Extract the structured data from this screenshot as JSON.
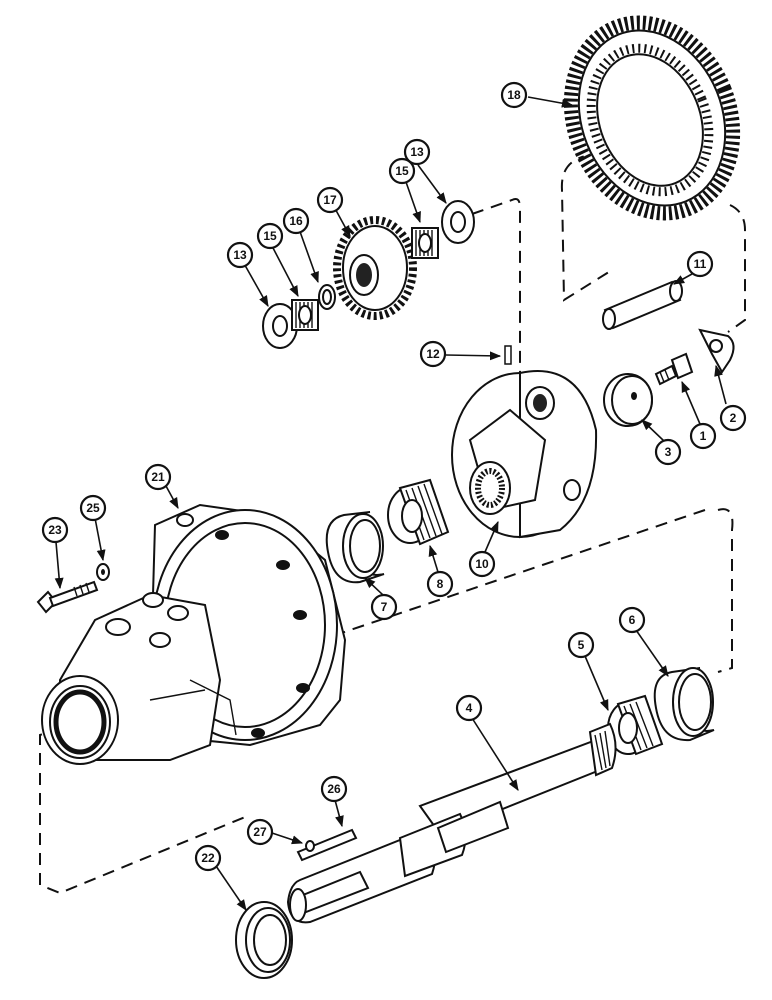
{
  "diagram": {
    "callouts": {
      "c1": "1",
      "c2": "2",
      "c3": "3",
      "c4": "4",
      "c5": "5",
      "c6": "6",
      "c7": "7",
      "c8": "8",
      "c10": "10",
      "c11": "11",
      "c12": "12",
      "c13a": "13",
      "c13b": "13",
      "c15a": "15",
      "c15b": "15",
      "c16": "16",
      "c17": "17",
      "c18": "18",
      "c21": "21",
      "c22": "22",
      "c23": "23",
      "c25": "25",
      "c26": "26",
      "c27": "27"
    }
  }
}
